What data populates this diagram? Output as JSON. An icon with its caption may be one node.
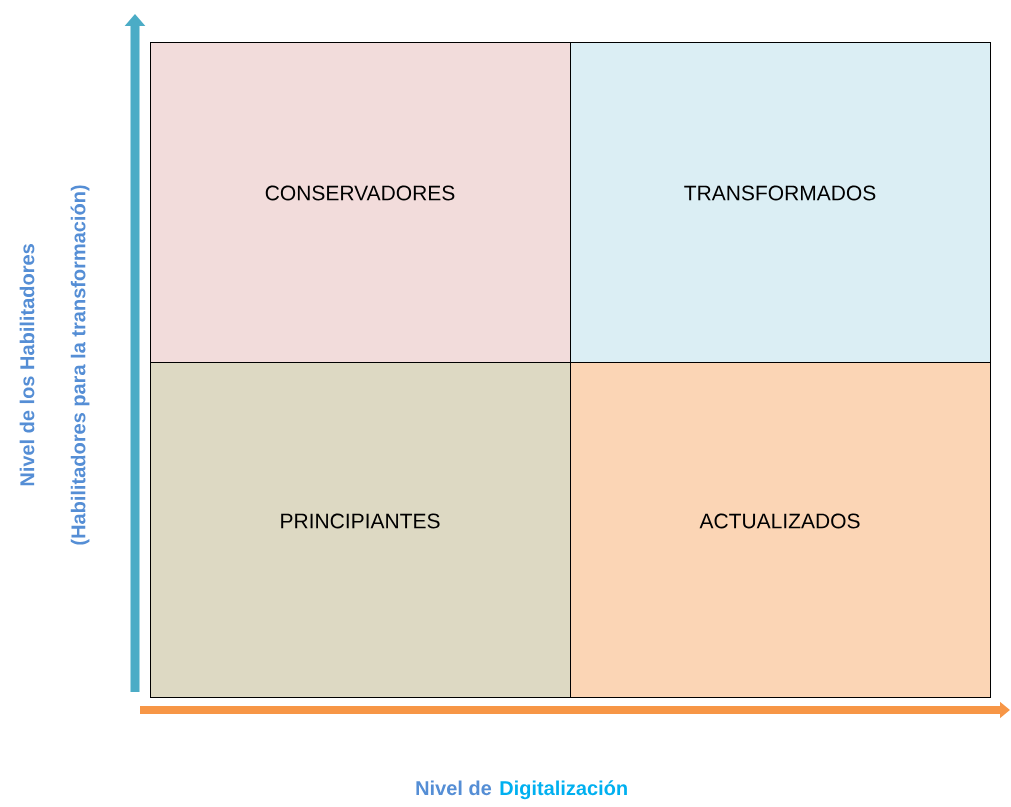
{
  "diagram": {
    "nodes": [
      {
        "text": [
          "CONSERVADORES"
        ]
      },
      {
        "text": [
          "TRANSFORMADOS"
        ]
      },
      {
        "text": [
          "PRINCIPIANTES"
        ]
      },
      {
        "text": [
          "ACTUALIZADOS"
        ]
      }
    ],
    "labels": [
      "Nivel de los Habilitadores",
      "(Habilitadores para la transformación)",
      "Nivel de",
      "Digitalización"
    ]
  }
}
